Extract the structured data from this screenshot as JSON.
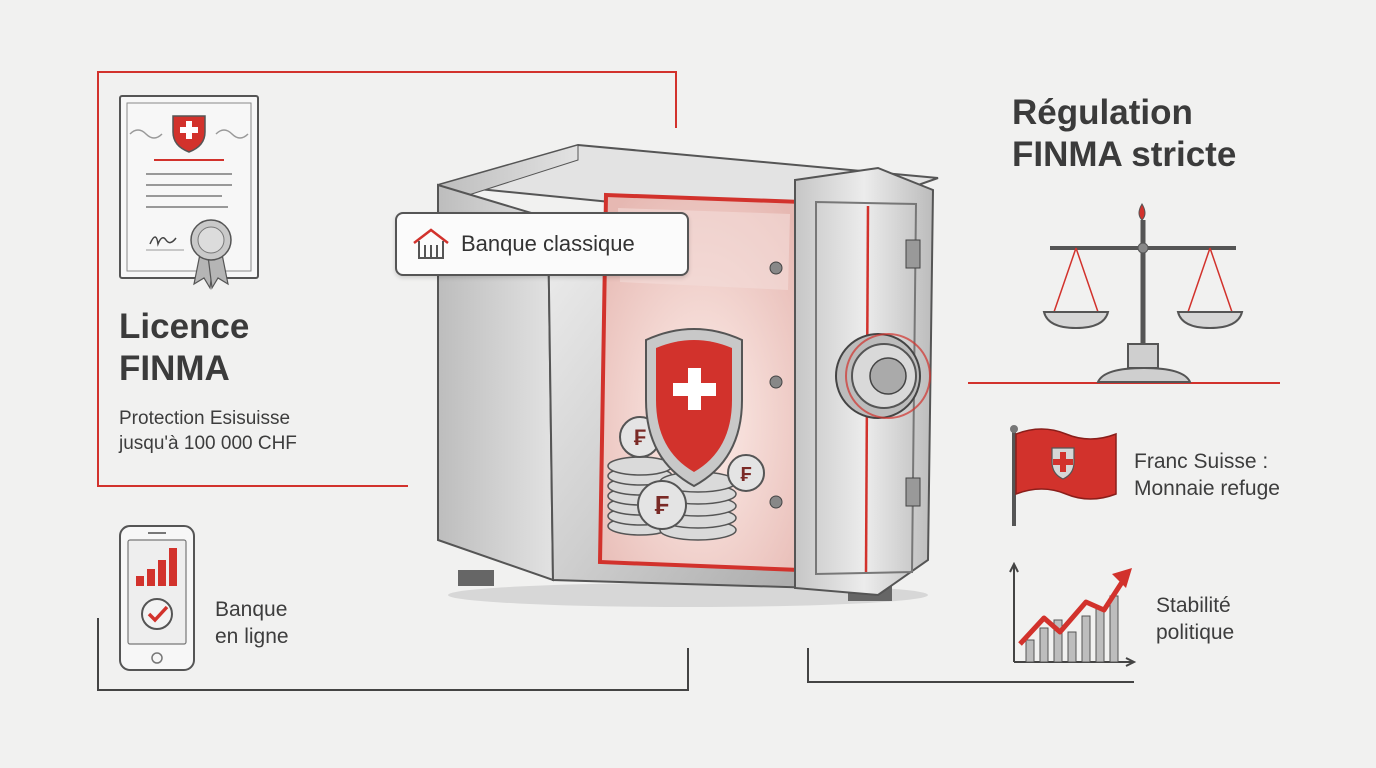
{
  "licence": {
    "title_line1": "Licence",
    "title_line2": "FINMA",
    "desc_line1": "Protection Esisuisse",
    "desc_line2": "jusqu'à 100 000 CHF"
  },
  "banque_classique": {
    "label": "Banque classique"
  },
  "regulation": {
    "title_line1": "Régulation",
    "title_line2": "FINMA stricte"
  },
  "franc": {
    "line1": "Franc Suisse :",
    "line2": "Monnaie refuge"
  },
  "stabilite": {
    "line1": "Stabilité",
    "line2": "politique"
  },
  "banque_en_ligne": {
    "line1": "Banque",
    "line2": "en ligne"
  },
  "colors": {
    "accent_red": "#d2322c",
    "dark_line": "#444444",
    "background": "#f1f1f0"
  },
  "icons": [
    "certificate-icon",
    "house-icon",
    "safe-illustration",
    "scales-icon",
    "swiss-flag-icon",
    "growth-chart-icon",
    "smartphone-icon"
  ]
}
